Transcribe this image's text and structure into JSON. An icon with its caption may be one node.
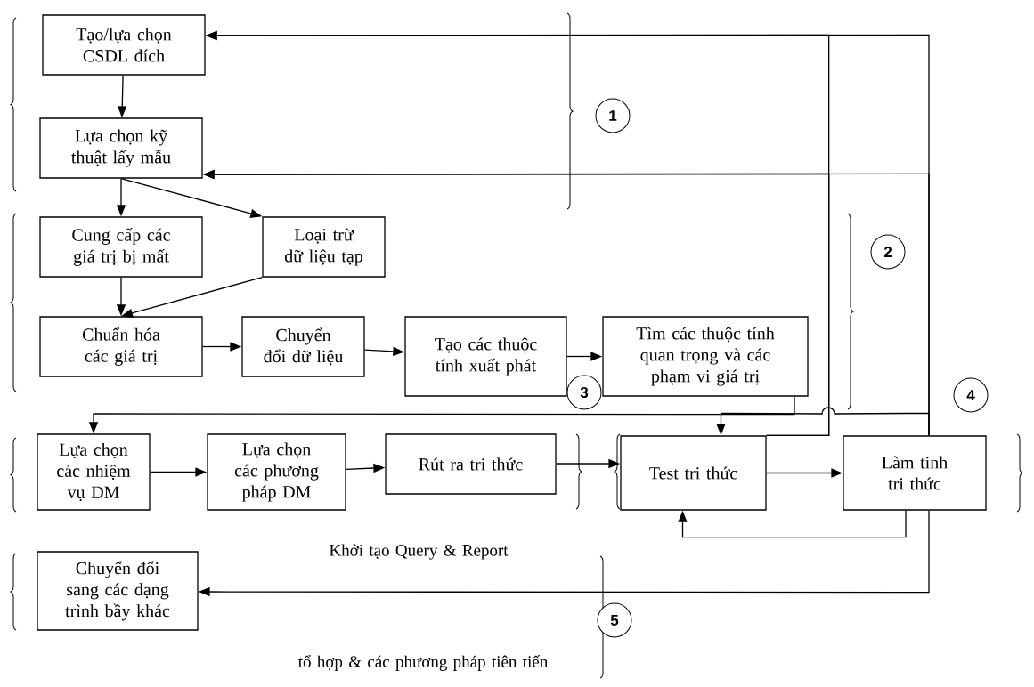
{
  "diagram": {
    "nodes": [
      {
        "text": [
          "Tạo/lựa chọn CSDL đích"
        ]
      },
      {
        "text": [
          "Lựa chọn kỹ thuật lấy mẫu"
        ]
      },
      {
        "text": [
          "Cung cấp các giá trị bị mất"
        ]
      },
      {
        "text": [
          "Loại trừ dữ liệu tạp"
        ]
      },
      {
        "text": [
          "Chuẩn hóa các giá trị"
        ]
      },
      {
        "text": [
          "Chuyển đổi dữ liệu"
        ]
      },
      {
        "text": [
          "Tạo các thuộc tính xuất phát"
        ]
      },
      {
        "text": [
          "Tìm các thuộc tính quan trọng và các phạm vi giá trị"
        ]
      },
      {
        "text": [
          "Lựa chọn các nhiệm vụ DM"
        ]
      },
      {
        "text": [
          "Lựa chọn các phương pháp DM"
        ]
      },
      {
        "text": [
          "Rút  ra tri thức"
        ]
      },
      {
        "text": [
          "Test tri thức"
        ]
      },
      {
        "text": [
          "Làm tinh tri thức"
        ]
      },
      {
        "text": [
          "Chuyển đổi sang các dạng trình bầy khác"
        ]
      },
      {
        "text": [
          "1"
        ]
      },
      {
        "text": [
          "2"
        ]
      },
      {
        "text": [
          "3"
        ]
      },
      {
        "text": [
          "4"
        ]
      },
      {
        "text": [
          "5"
        ]
      }
    ],
    "edges": [
      {
        "from": 0,
        "to": 1,
        "arrow": "to"
      },
      {
        "from": 1,
        "to": 2,
        "arrow": "to"
      },
      {
        "from": 1,
        "to": 3,
        "arrow": "to"
      },
      {
        "from": 2,
        "to": 4,
        "arrow": "to"
      },
      {
        "from": 3,
        "to": 4,
        "arrow": "to"
      },
      {
        "from": 4,
        "to": 5,
        "arrow": "to"
      },
      {
        "from": 5,
        "to": 6,
        "arrow": "to"
      },
      {
        "from": 6,
        "to": 7,
        "arrow": "to"
      },
      {
        "from": 7,
        "to": 8,
        "arrow": "to"
      },
      {
        "from": 8,
        "to": 9,
        "arrow": "to"
      },
      {
        "from": 9,
        "to": 10,
        "arrow": "to"
      },
      {
        "from": 10,
        "to": 11,
        "arrow": "to"
      },
      {
        "from": 11,
        "to": 12,
        "arrow": "to"
      },
      {
        "from": 12,
        "to": 11,
        "arrow": "to"
      },
      {
        "from": 12,
        "to": 11,
        "arrow": "to"
      },
      {
        "from": 12,
        "to": 0,
        "arrow": "to"
      },
      {
        "from": 12,
        "to": 1,
        "arrow": "to"
      },
      {
        "from": 11,
        "to": 0,
        "arrow": "to"
      },
      {
        "from": 11,
        "to": 1,
        "arrow": "to"
      },
      {
        "from": 12,
        "to": 13,
        "arrow": "to"
      }
    ],
    "labels": [
      "Khởi tạo Query & Report",
      "tổ hợp & các phương pháp tiên tiến"
    ]
  }
}
